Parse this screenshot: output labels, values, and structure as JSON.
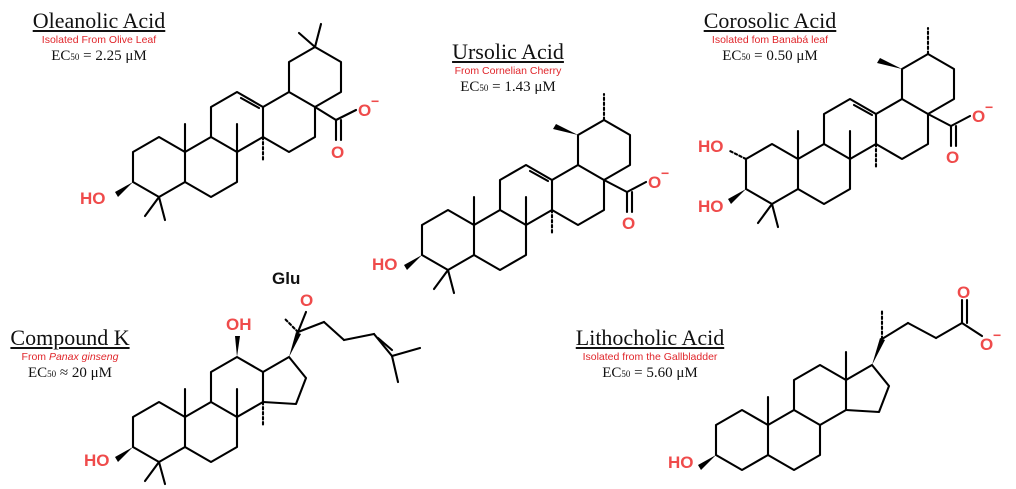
{
  "compounds": [
    {
      "name": "Oleanolic Acid",
      "source": "Isolated From Olive Leaf",
      "ec_prefix": "EC",
      "ec_sub": "50",
      "ec_value": " = 2.25 μM"
    },
    {
      "name": "Ursolic Acid",
      "source": "From Cornelian Cherry",
      "ec_prefix": "EC",
      "ec_sub": "50",
      "ec_value": " = 1.43 μM"
    },
    {
      "name": "Corosolic Acid",
      "source": "Isolated fom Banabá leaf",
      "ec_prefix": "EC",
      "ec_sub": "50",
      "ec_value": " = 0.50 μM"
    },
    {
      "name": "Compound K",
      "source_prefix": "From ",
      "source_italic": "Panax ginseng",
      "ec_prefix": "EC",
      "ec_sub": "50",
      "ec_value": " ≈ 20 μM"
    },
    {
      "name": "Lithocholic Acid",
      "source": "Isolated from the Gallbladder",
      "ec_prefix": "EC",
      "ec_sub": "50",
      "ec_value": " = 5.60 μM"
    }
  ],
  "atoms": {
    "ho": "HO",
    "oh": "OH",
    "o": "O",
    "minus": "−",
    "glu": "Glu"
  },
  "colors": {
    "heteroatom": "#ef4b4b",
    "source_text": "#e0262b",
    "bond": "#000000"
  }
}
